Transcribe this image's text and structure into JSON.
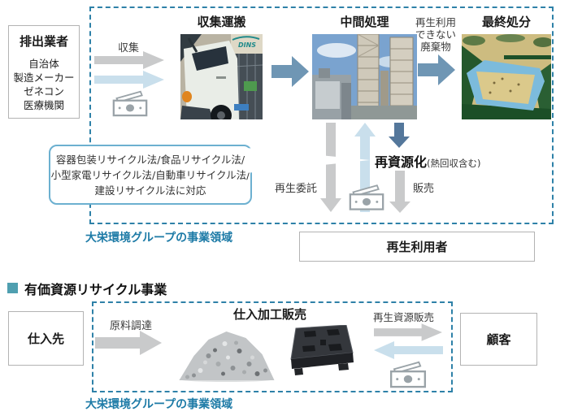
{
  "colors": {
    "border_blue": "#2e81a8",
    "label_blue": "#1c7aa6",
    "arrow_steel": "#6f96b4",
    "arrow_dark": "#54779b",
    "arrow_light": "#c9dfec",
    "arrow_gray": "#c9cacb",
    "bubble_border": "#6cb0d0",
    "bullet_teal": "#4f9fb0"
  },
  "top": {
    "source_box": {
      "title": "排出業者",
      "items": [
        "自治体",
        "製造メーカー",
        "ゼネコン",
        "医療機関"
      ]
    },
    "collect_label": "収集",
    "collection_title": "収集運搬",
    "intermediate_title": "中間処理",
    "non_recyclable_label": "再生利用\nできない\n廃棄物",
    "final_title": "最終処分",
    "law_note": "容器包装リサイクル法/食品リサイクル法/\n小型家電リサイクル法/自動車リサイクル法/\n建設リサイクル法に対応",
    "recycle_title": "再資源化",
    "recycle_suffix": "(熱回収含む)",
    "recommission_label": "再生委託",
    "sales_label": "販売",
    "business_area_label": "大栄環境グループの事業領域",
    "recycler_box": "再生利用者"
  },
  "bottom": {
    "header": "有価資源リサイクル事業",
    "supplier_box": "仕入先",
    "procurement_label": "原料調達",
    "processing_title": "仕入加工販売",
    "resource_sales_label": "再生資源販売",
    "customer_box": "顧客",
    "business_area_label": "大栄環境グループの事業領域"
  }
}
